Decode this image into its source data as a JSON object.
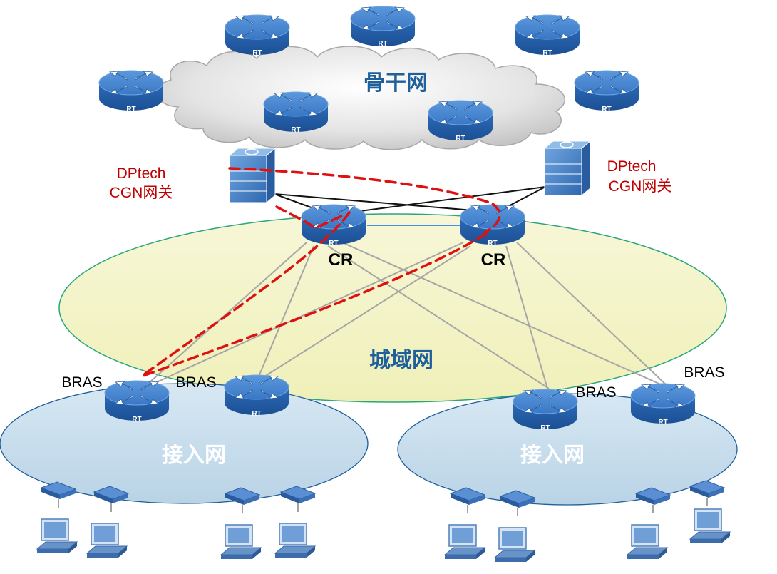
{
  "networks": {
    "backbone": "骨干网",
    "metro": "城域网",
    "access_left": "接入网",
    "access_right": "接入网"
  },
  "gateways": {
    "left": {
      "line1": "DPtech",
      "line2": "CGN网关"
    },
    "right": {
      "line1": "DPtech",
      "line2": "CGN网关"
    }
  },
  "core_routers": {
    "left": "CR",
    "right": "CR"
  },
  "bras": {
    "b1": "BRAS",
    "b2": "BRAS",
    "b3": "BRAS",
    "b4": "BRAS"
  },
  "router_badge": "RT",
  "colors": {
    "router_blue": "#3d7cc9",
    "label_red": "#c00000",
    "dashed_path": "#e01010",
    "title_blue": "#1f5f9c",
    "metro_fill": "#f3f3c6",
    "metro_stroke": "#2aa67a",
    "access_fill": "#c9dfee",
    "access_stroke": "#1f5f9c"
  },
  "icons": {
    "router": "router-icon",
    "gateway": "cgn-gateway-icon",
    "modem": "modem-icon",
    "computer": "computer-icon"
  }
}
